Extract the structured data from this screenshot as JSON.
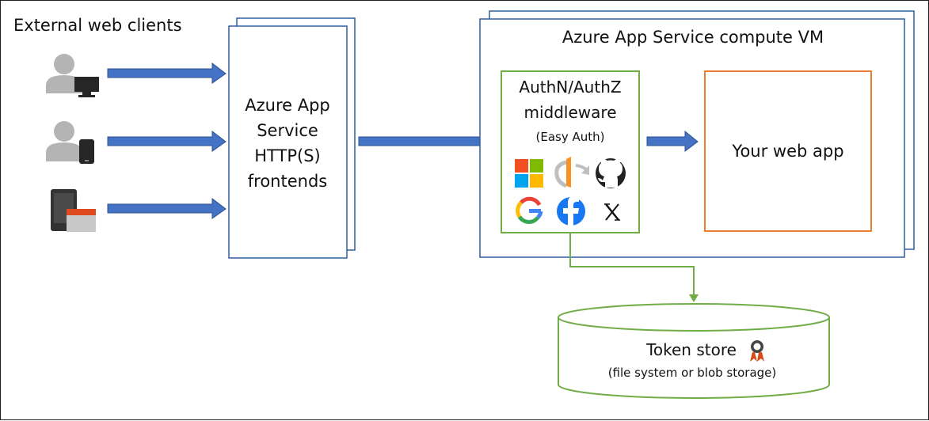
{
  "clients": {
    "title": "External web clients",
    "items": [
      {
        "icon": "user-desktop-icon"
      },
      {
        "icon": "user-phone-icon"
      },
      {
        "icon": "device-browser-icon"
      }
    ]
  },
  "frontend": {
    "lines": [
      "Azure App",
      "Service",
      "HTTP(S)",
      "frontends"
    ]
  },
  "vm": {
    "title": "Azure App Service compute VM"
  },
  "middleware": {
    "lines": [
      "AuthN/AuthZ",
      "middleware"
    ],
    "subtitle": "(Easy Auth)",
    "providers": [
      {
        "icon": "microsoft-icon"
      },
      {
        "icon": "openid-icon"
      },
      {
        "icon": "github-icon"
      },
      {
        "icon": "google-icon"
      },
      {
        "icon": "facebook-icon"
      },
      {
        "icon": "x-icon"
      }
    ]
  },
  "webapp": {
    "label": "Your web app"
  },
  "token_store": {
    "label": "Token store",
    "sublabel": "(file system or blob storage)",
    "icon": "award-ribbon-icon"
  },
  "colors": {
    "blue_border": "#2e5f9e",
    "arrow_fill": "#4472c4",
    "arrow_stroke": "#2f528f",
    "green": "#70ad47",
    "orange": "#ed7d31",
    "icon_gray": "#a6a6a6",
    "icon_dark": "#222222"
  }
}
